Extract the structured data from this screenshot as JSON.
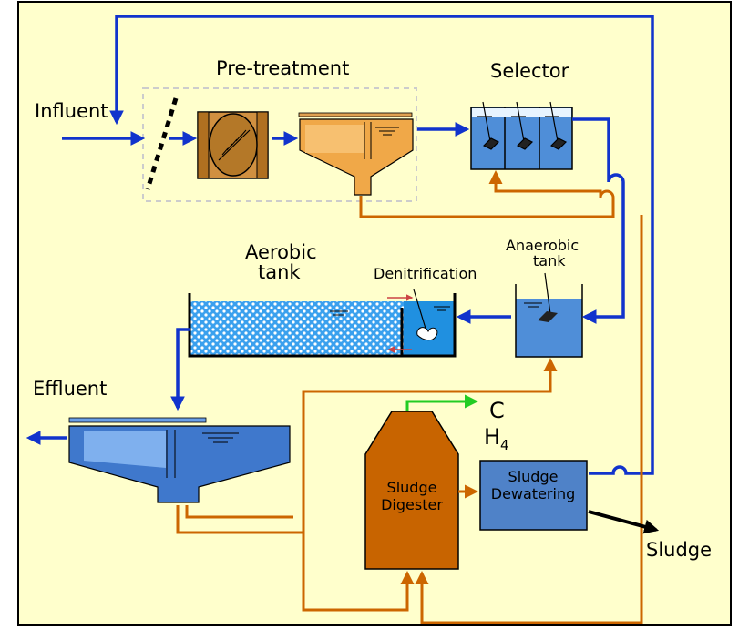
{
  "labels": {
    "influent": "Influent",
    "pretreatment": "Pre-treatment",
    "selector": "Selector",
    "aerobic_line1": "Aerobic",
    "aerobic_line2": "tank",
    "denitrification": "Denitrification",
    "anaerobic_line1": "Anaerobic",
    "anaerobic_line2": "tank",
    "effluent": "Effluent",
    "ch4_c": "C",
    "ch4_h": "H",
    "ch4_sub": "4",
    "digester_line1": "Sludge",
    "digester_line2": "Digester",
    "dewatering_line1": "Sludge",
    "dewatering_line2": "Dewatering",
    "sludge_out": "Sludge"
  },
  "colors": {
    "background": "#FFFFCC",
    "water_flow": "#1133CC",
    "sludge_flow": "#CC6600",
    "gas_flow": "#22CC22",
    "clarifier": "#F0A848",
    "digester": "#C86400",
    "dewatering": "#4F82C8"
  }
}
